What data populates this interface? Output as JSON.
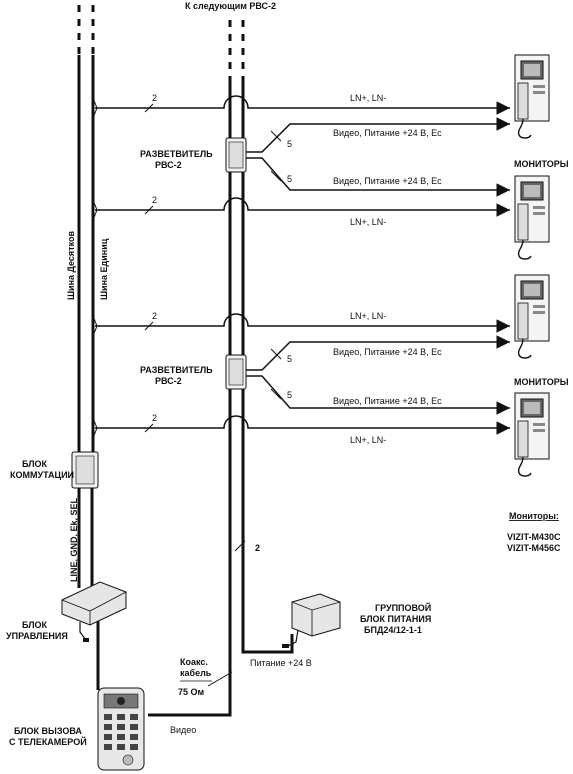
{
  "top_label": "К следующим РВС-2",
  "bus_tens": "Шина Десятков",
  "bus_units": "Шина Единиц",
  "splitter": {
    "title": "РАЗВЕТВИТЕЛЬ",
    "model": "РВС-2"
  },
  "monitors_label": "МОНИТОРЫ",
  "line_label": "LN+, LN-",
  "video_power_label": "Видео,  Питание +24 В,  Ec",
  "count_2": "2",
  "count_5": "5",
  "switch_block": {
    "line1": "БЛОК",
    "line2": "КОММУТАЦИИ"
  },
  "bus_signals": "LINE, GND, Ek, SEL",
  "control_block": {
    "line1": "БЛОК",
    "line2": "УПРАВЛЕНИЯ"
  },
  "power_block": {
    "line1": "ГРУППОВОЙ",
    "line2": "БЛОК  ПИТАНИЯ",
    "line3": "БПД24/12-1-1"
  },
  "power_label": "Питание +24 В",
  "coax": {
    "line1": "Коакс.",
    "line2": "кабель",
    "impedance": "75 Ом"
  },
  "video_label": "Видео",
  "call_block": {
    "line1": "БЛОК ВЫЗОВА",
    "line2": "С ТЕЛЕКАМЕРОЙ"
  },
  "monitors_models": {
    "title": "Мониторы:",
    "model1": "VIZIT-M430C",
    "model2": "VIZIT-M456C"
  }
}
